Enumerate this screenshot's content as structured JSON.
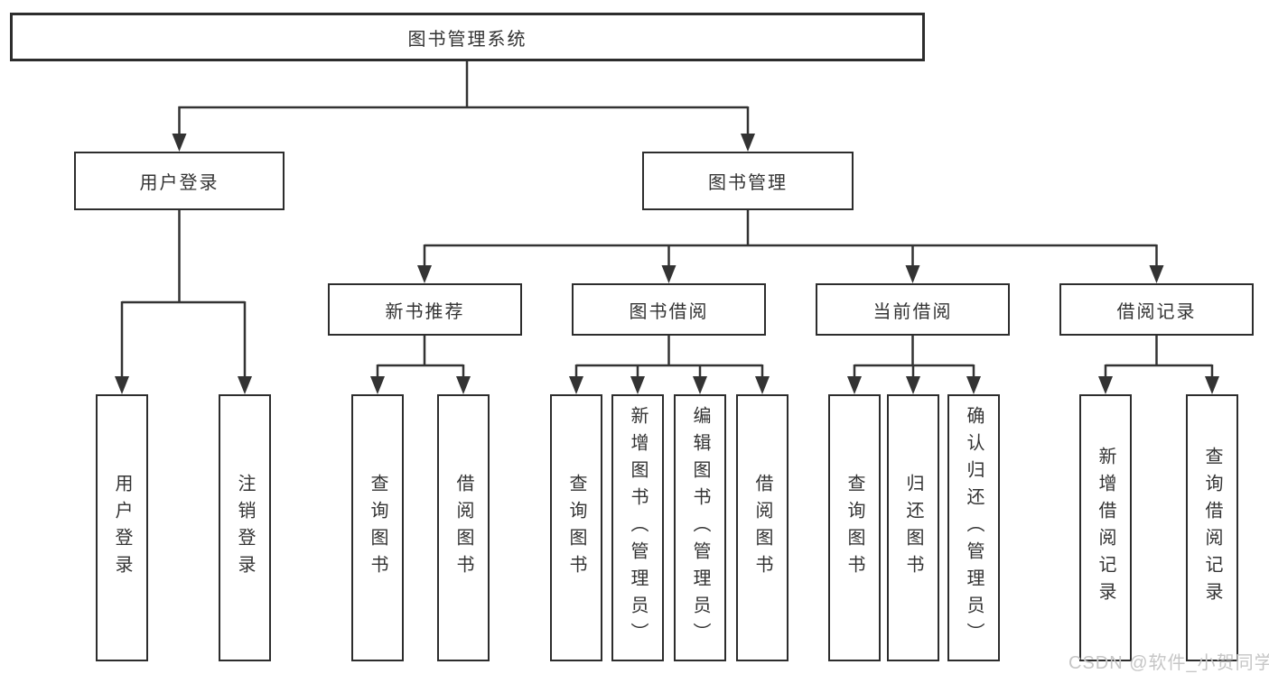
{
  "nodes": {
    "root": {
      "label": "图书管理系统"
    },
    "user_login": {
      "label": "用户登录"
    },
    "book_management": {
      "label": "图书管理"
    },
    "new_book_recommend": {
      "label": "新书推荐"
    },
    "book_borrowing": {
      "label": "图书借阅"
    },
    "current_borrowing": {
      "label": "当前借阅"
    },
    "borrowing_records": {
      "label": "借阅记录"
    },
    "leaf_user_login": {
      "label": "用户登录"
    },
    "leaf_logout": {
      "label": "注销登录"
    },
    "leaf_nbr_query_books": {
      "label": "查询图书"
    },
    "leaf_nbr_borrow_books": {
      "label": "借阅图书"
    },
    "leaf_bb_query_books": {
      "label": "查询图书"
    },
    "leaf_bb_add_books": {
      "label": "新增图书（管理员）"
    },
    "leaf_bb_edit_books": {
      "label": "编辑图书（管理员）"
    },
    "leaf_bb_borrow_books": {
      "label": "借阅图书"
    },
    "leaf_cb_query_books": {
      "label": "查询图书"
    },
    "leaf_cb_return_books": {
      "label": "归还图书"
    },
    "leaf_cb_confirm_return": {
      "label": "确认归还（管理员）"
    },
    "leaf_br_add_record": {
      "label": "新增借阅记录"
    },
    "leaf_br_query_record": {
      "label": "查询借阅记录"
    }
  },
  "watermark": {
    "text": "CSDN @软件_小贺同学"
  },
  "colors": {
    "line": "#333333",
    "text": "#333333",
    "watermark": "#c6c6c6",
    "background": "#ffffff"
  }
}
